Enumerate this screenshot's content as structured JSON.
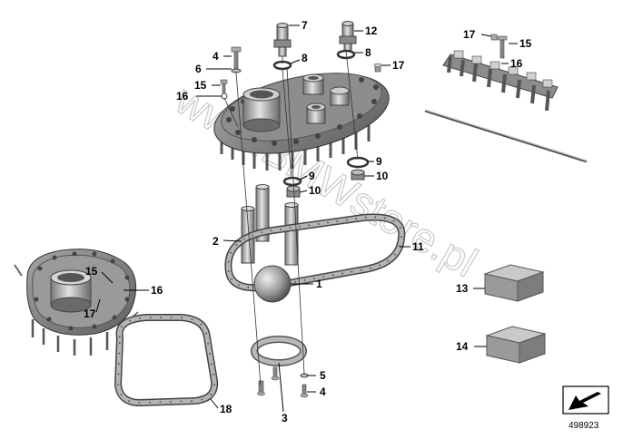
{
  "watermark": "www.BMWstore.pl",
  "reference_number": "498923",
  "callouts": [
    {
      "id": "c1",
      "text": "1"
    },
    {
      "id": "c2",
      "text": "2"
    },
    {
      "id": "c3",
      "text": "3"
    },
    {
      "id": "c4a",
      "text": "4"
    },
    {
      "id": "c4b",
      "text": "4"
    },
    {
      "id": "c5",
      "text": "5"
    },
    {
      "id": "c6",
      "text": "6"
    },
    {
      "id": "c7",
      "text": "7"
    },
    {
      "id": "c8a",
      "text": "8"
    },
    {
      "id": "c8b",
      "text": "8"
    },
    {
      "id": "c9a",
      "text": "9"
    },
    {
      "id": "c9b",
      "text": "9"
    },
    {
      "id": "c10a",
      "text": "10"
    },
    {
      "id": "c10b",
      "text": "10"
    },
    {
      "id": "c11",
      "text": "11"
    },
    {
      "id": "c12",
      "text": "12"
    },
    {
      "id": "c13",
      "text": "13"
    },
    {
      "id": "c14",
      "text": "14"
    },
    {
      "id": "c15a",
      "text": "15"
    },
    {
      "id": "c15b",
      "text": "15"
    },
    {
      "id": "c15c",
      "text": "15"
    },
    {
      "id": "c16a",
      "text": "16"
    },
    {
      "id": "c16b",
      "text": "16"
    },
    {
      "id": "c16c",
      "text": "16"
    },
    {
      "id": "c17a",
      "text": "17"
    },
    {
      "id": "c17b",
      "text": "17"
    },
    {
      "id": "c17c",
      "text": "17"
    },
    {
      "id": "c18",
      "text": "18"
    }
  ],
  "colors": {
    "metal_dark": "#6e6e6e",
    "metal_mid": "#9a9a9a",
    "metal_light": "#cfcfcf",
    "gasket": "#b5b5b5",
    "box": "#a8a8a8",
    "watermark": "#c9c9c9"
  },
  "icons": [
    "arrow-icon"
  ]
}
